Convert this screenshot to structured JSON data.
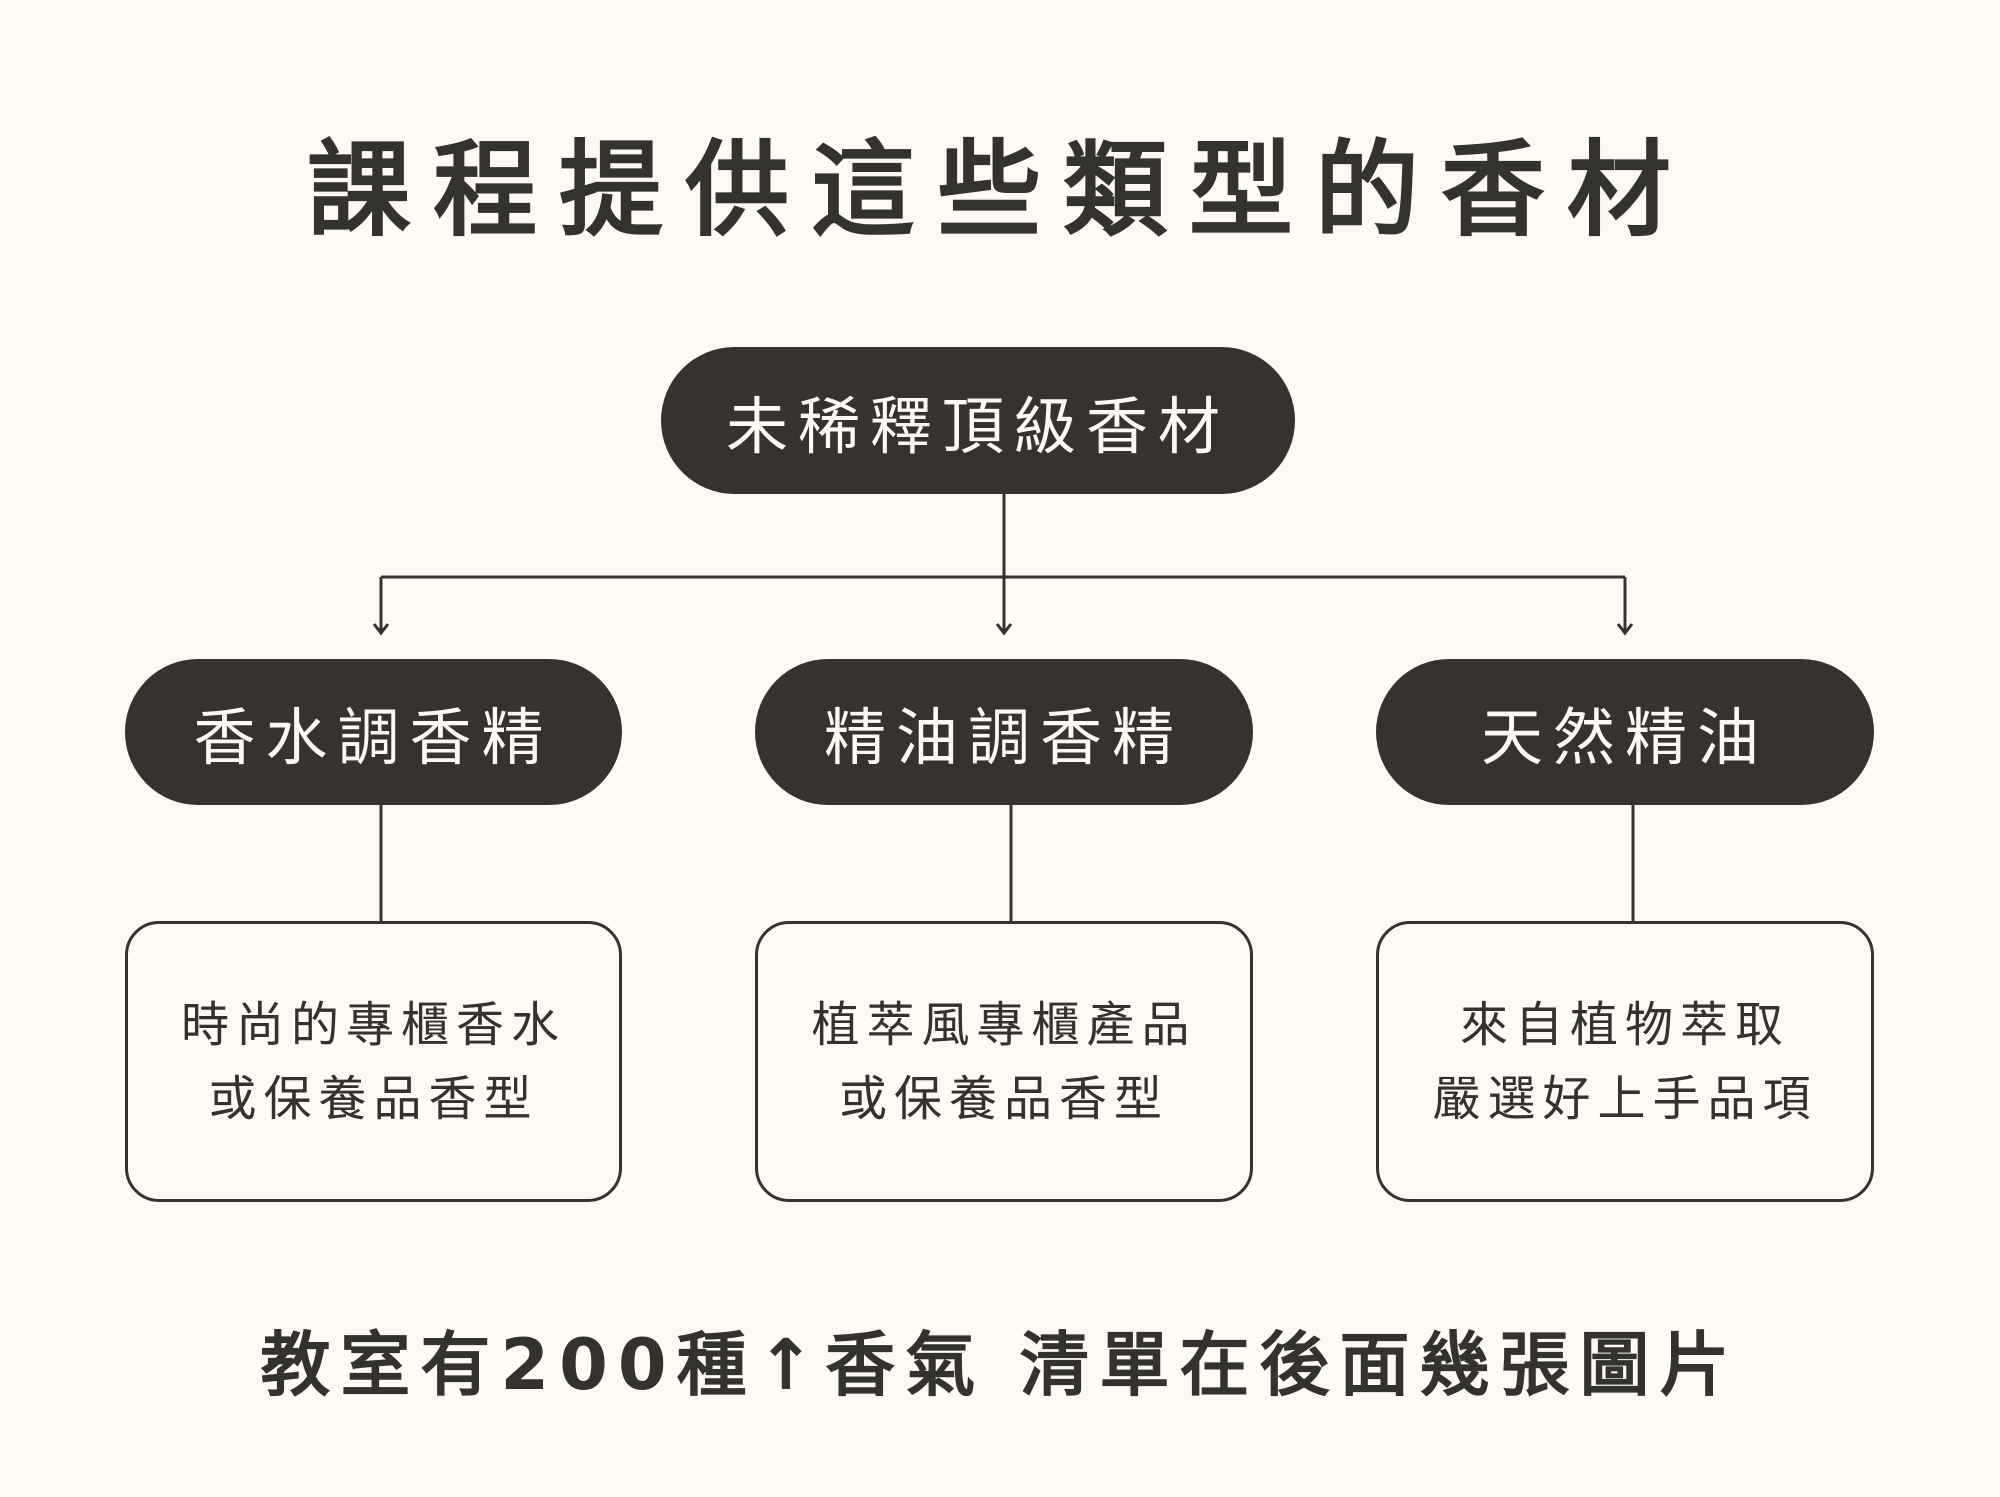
{
  "title": "課程提供這些類型的香材",
  "root": "未稀釋頂級香材",
  "children": [
    {
      "label": "香水調香精",
      "lines": [
        "時尚的專櫃香水",
        "或保養品香型"
      ]
    },
    {
      "label": "精油調香精",
      "lines": [
        "植萃風專櫃產品",
        "或保養品香型"
      ]
    },
    {
      "label": "天然精油",
      "lines": [
        "來自植物萃取",
        "嚴選好上手品項"
      ]
    }
  ],
  "footer": "教室有200種↑香氣 清單在後面幾張圖片",
  "colors": {
    "background": "#fdf9f3",
    "dark": "#36332f"
  }
}
